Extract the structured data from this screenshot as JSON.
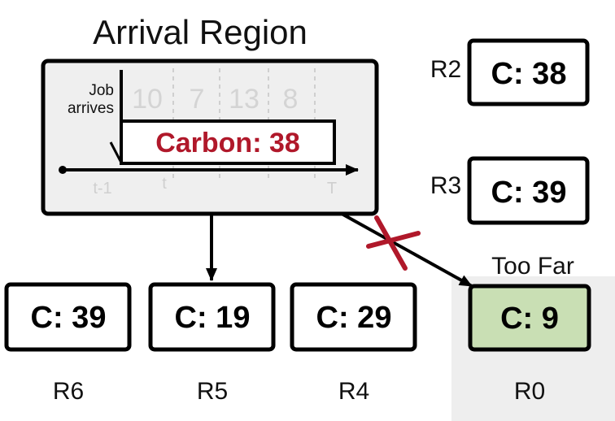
{
  "colors": {
    "carbon_text": "#b0182a",
    "cross": "#b0182a",
    "target_fill": "#c9dfb4",
    "target_text": "#2f6e12",
    "panel_fill": "#efefef",
    "too_far_fill": "#eeeeee"
  },
  "arrival": {
    "title": "Arrival Region",
    "job_line1": "Job",
    "job_line2": "arrives",
    "slots": [
      "10",
      "7",
      "13",
      "8"
    ],
    "ticks": [
      "t-1",
      "t",
      "T"
    ],
    "carbon_label": "Carbon: 38"
  },
  "regions": {
    "r2": {
      "name": "R2",
      "value": "C: 38"
    },
    "r3": {
      "name": "R3",
      "value": "C: 39"
    },
    "r6": {
      "name": "R6",
      "value": "C: 39"
    },
    "r5": {
      "name": "R5",
      "value": "C: 19"
    },
    "r4": {
      "name": "R4",
      "value": "C: 29"
    },
    "r0": {
      "name": "R0",
      "value": "C: 9"
    }
  },
  "too_far_label": "Too Far"
}
